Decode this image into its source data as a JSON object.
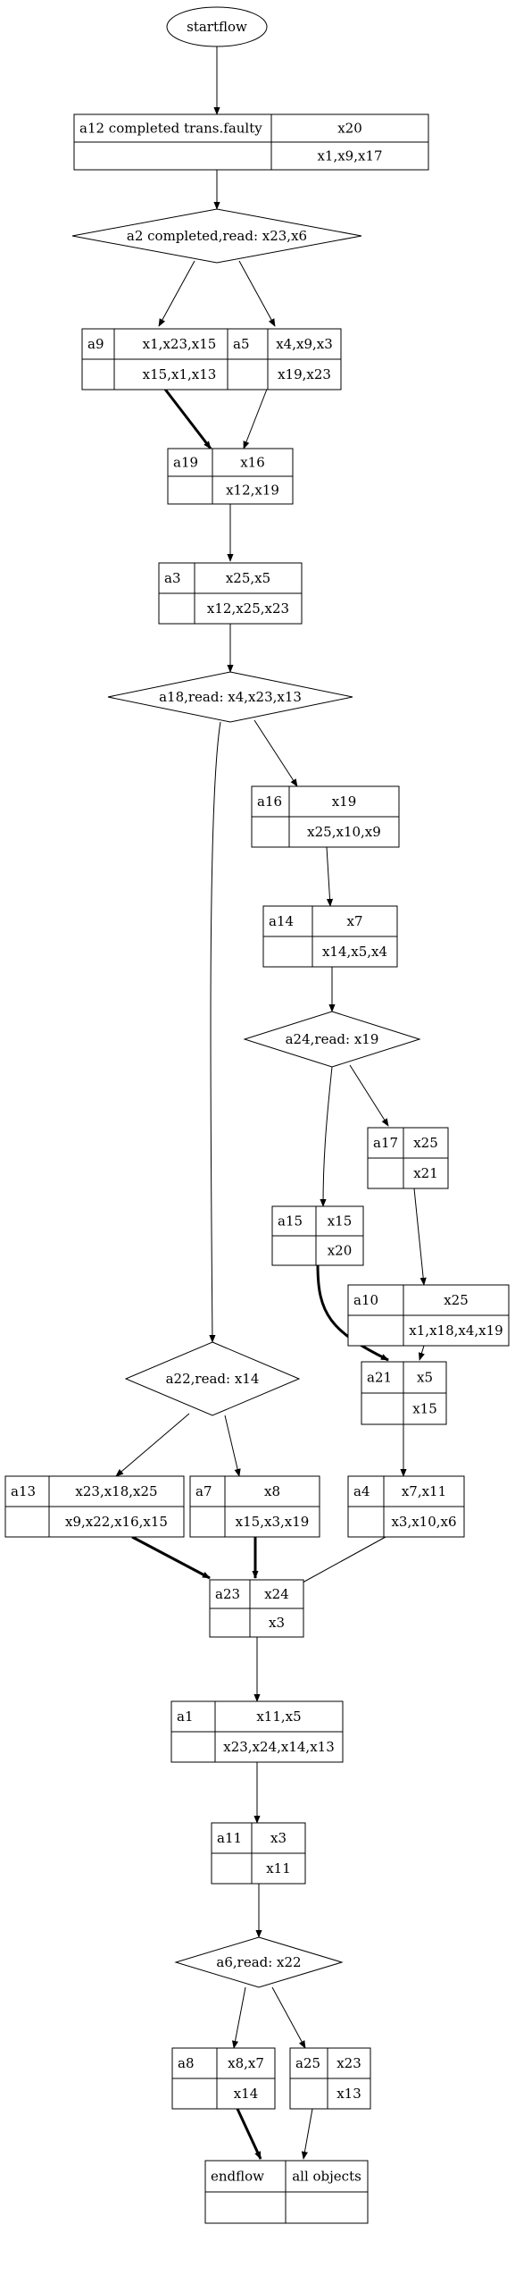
{
  "diagram": {
    "start": {
      "label": "startflow"
    },
    "nodes": {
      "a12": {
        "id": "a12 completed trans.faulty",
        "top": "x20",
        "bottom": "x1,x9,x17"
      },
      "d_a2": {
        "label": "a2 completed,read: x23,x6"
      },
      "a9": {
        "id": "a9",
        "top": "x1,x23,x15",
        "bottom": "x15,x1,x13"
      },
      "a5": {
        "id": "a5",
        "top": "x4,x9,x3",
        "bottom": "x19,x23"
      },
      "a19": {
        "id": "a19",
        "top": "x16",
        "bottom": "x12,x19"
      },
      "a3": {
        "id": "a3",
        "top": "x25,x5",
        "bottom": "x12,x25,x23"
      },
      "d_a18": {
        "label": "a18,read: x4,x23,x13"
      },
      "a16": {
        "id": "a16",
        "top": "x19",
        "bottom": "x25,x10,x9"
      },
      "a14": {
        "id": "a14",
        "top": "x7",
        "bottom": "x14,x5,x4"
      },
      "d_a24": {
        "label": "a24,read: x19"
      },
      "a17": {
        "id": "a17",
        "top": "x25",
        "bottom": "x21"
      },
      "a15": {
        "id": "a15",
        "top": "x15",
        "bottom": "x20"
      },
      "a10": {
        "id": "a10",
        "top": "x25",
        "bottom": "x1,x18,x4,x19"
      },
      "a21": {
        "id": "a21",
        "top": "x5",
        "bottom": "x15"
      },
      "d_a22": {
        "label": "a22,read: x14"
      },
      "a13": {
        "id": "a13",
        "top": "x23,x18,x25",
        "bottom": "x9,x22,x16,x15"
      },
      "a7": {
        "id": "a7",
        "top": "x8",
        "bottom": "x15,x3,x19"
      },
      "a4": {
        "id": "a4",
        "top": "x7,x11",
        "bottom": "x3,x10,x6"
      },
      "a23": {
        "id": "a23",
        "top": "x24",
        "bottom": "x3"
      },
      "a1": {
        "id": "a1",
        "top": "x11,x5",
        "bottom": "x23,x24,x14,x13"
      },
      "a11": {
        "id": "a11",
        "top": "x3",
        "bottom": "x11"
      },
      "d_a6": {
        "label": "a6,read: x22"
      },
      "a8": {
        "id": "a8",
        "top": "x8,x7",
        "bottom": "x14"
      },
      "a25": {
        "id": "a25",
        "top": "x23",
        "bottom": "x13"
      },
      "end": {
        "id": "endflow",
        "top": "all objects",
        "bottom": ""
      }
    }
  }
}
